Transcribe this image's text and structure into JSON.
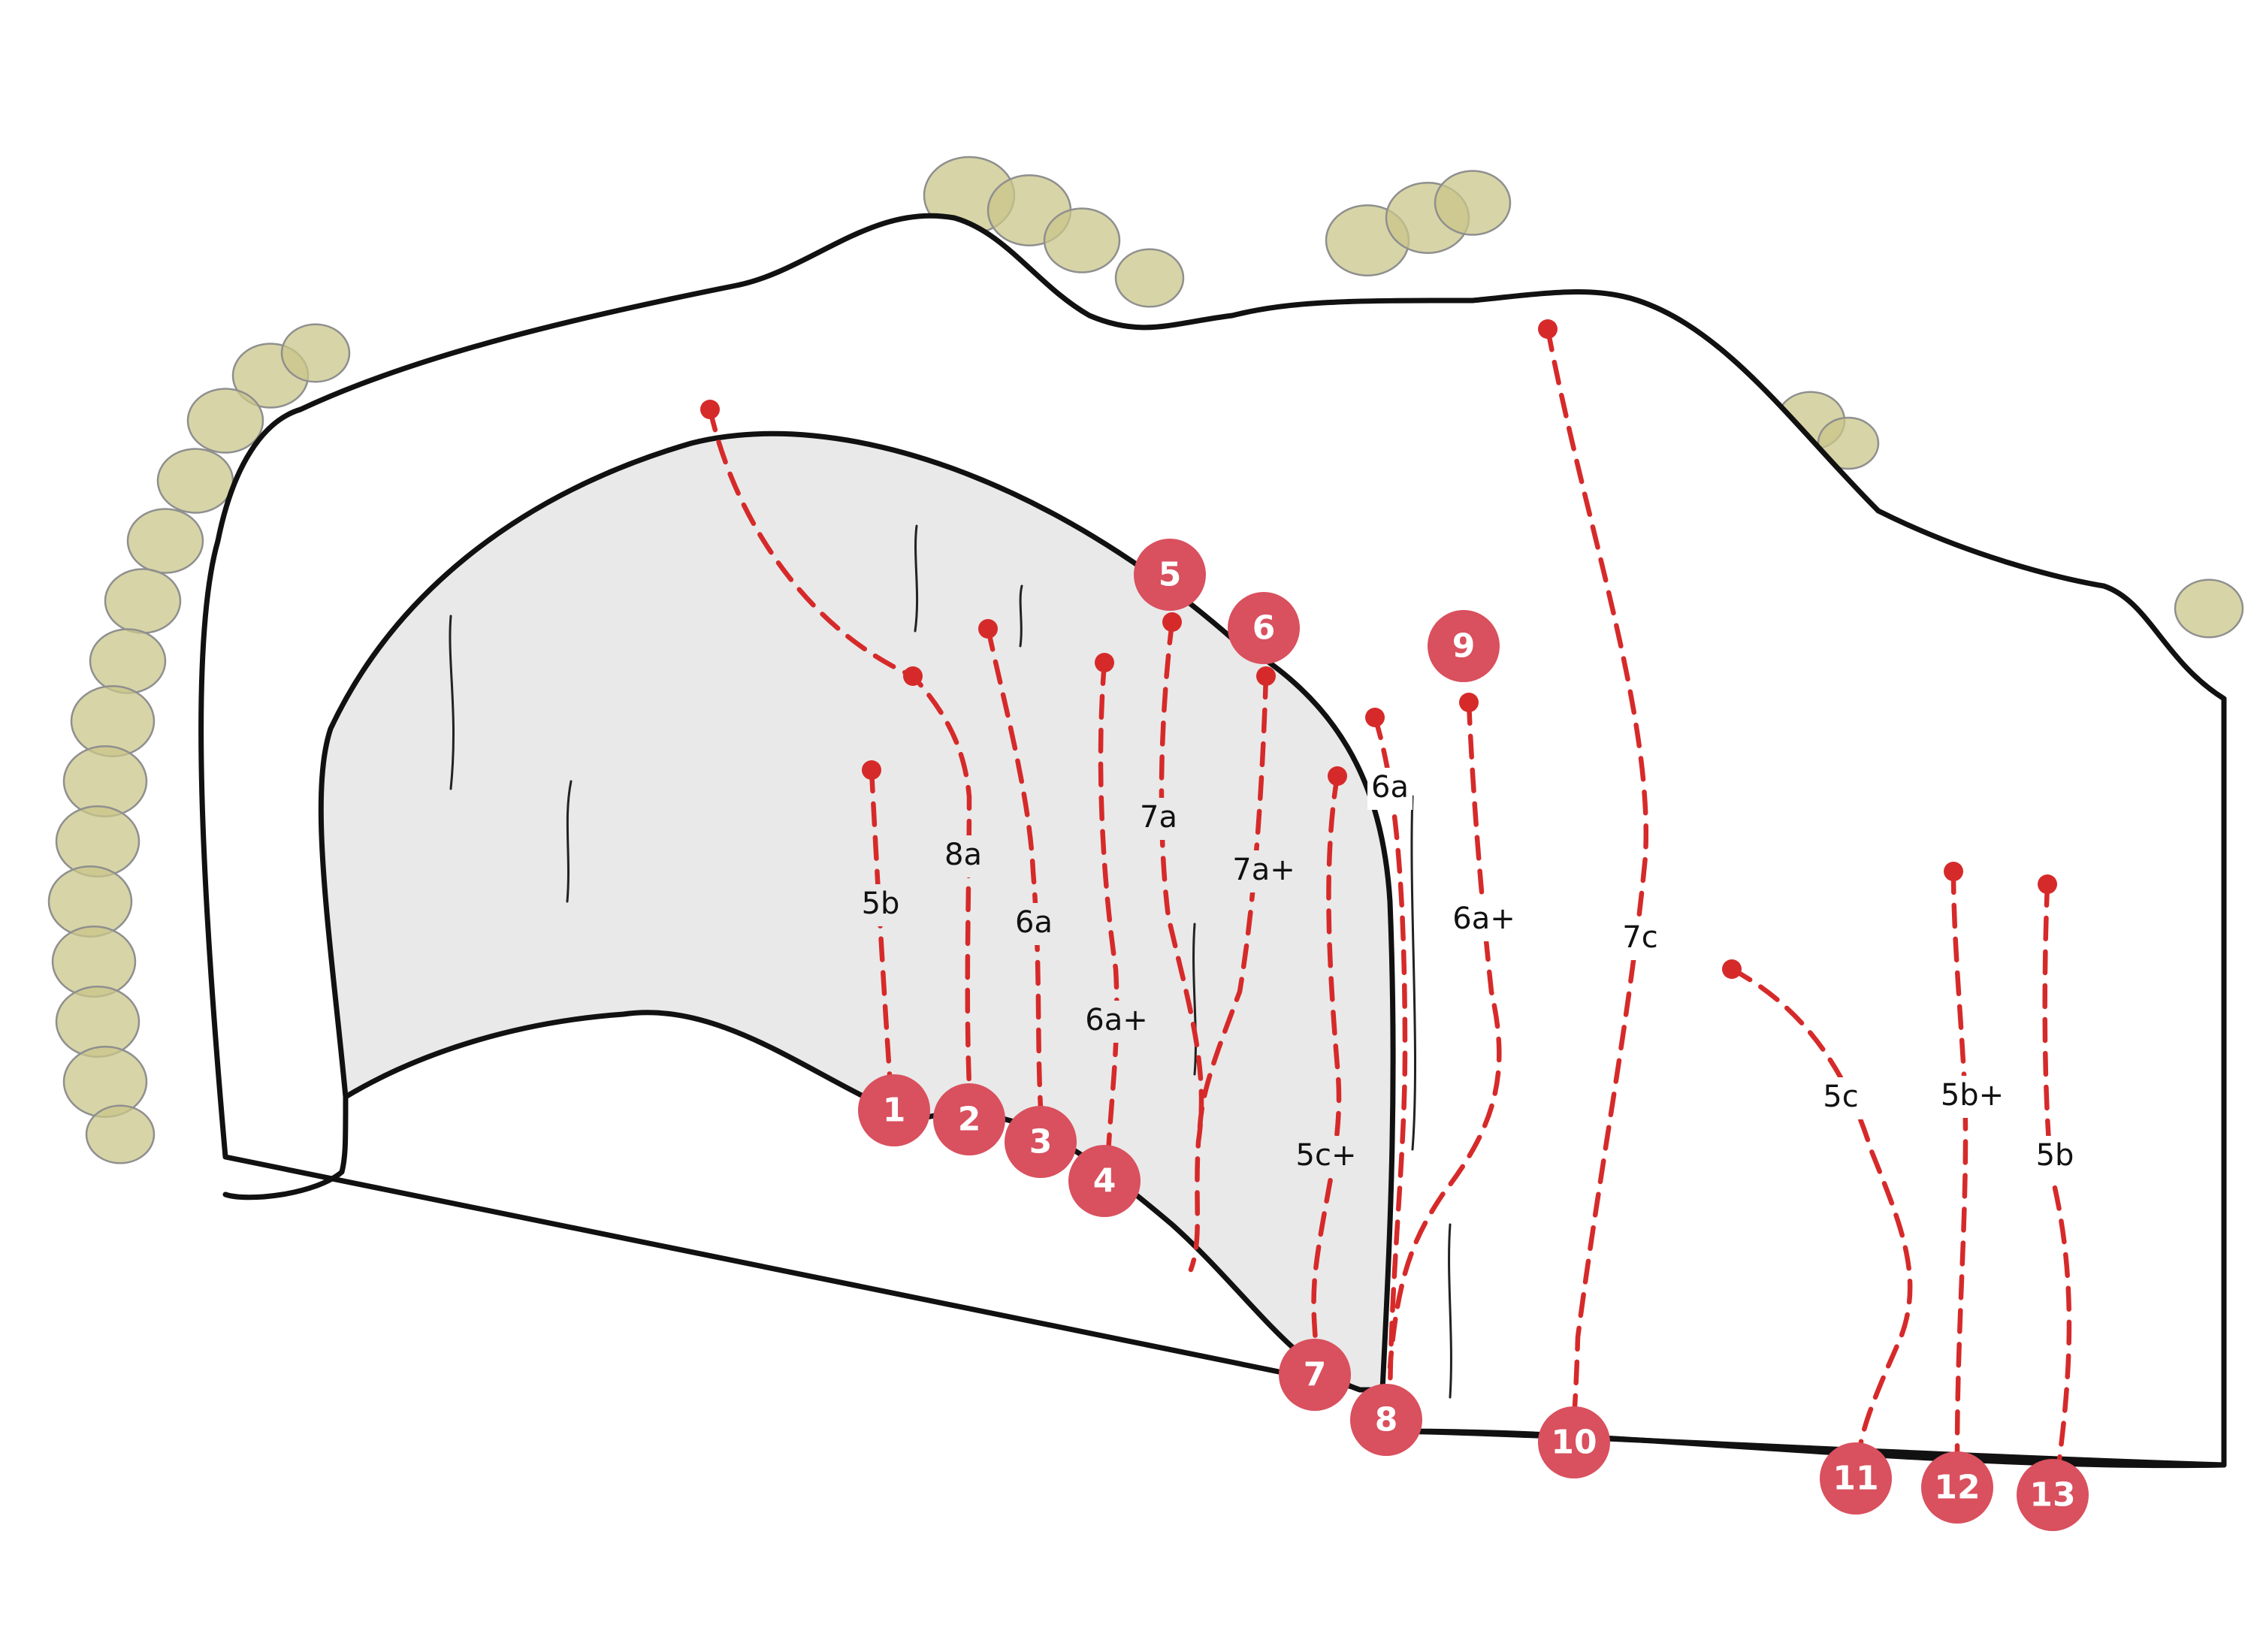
{
  "colors": {
    "route": "#d62a2a",
    "badge": "#d9505e",
    "rock_overhang": "#e9e9e9",
    "bush": "#c9c58a"
  },
  "routes": [
    {
      "number": "1",
      "grade": "5b"
    },
    {
      "number": "2",
      "grade": "8a"
    },
    {
      "number": "3",
      "grade": "6a"
    },
    {
      "number": "4",
      "grade": "6a+"
    },
    {
      "number": "5",
      "grade": "7a"
    },
    {
      "number": "6",
      "grade": "7a+"
    },
    {
      "number": "7",
      "grade": "5c+"
    },
    {
      "number": "8",
      "grade": "6a"
    },
    {
      "number": "9",
      "grade": "6a+"
    },
    {
      "number": "10",
      "grade": "7c"
    },
    {
      "number": "11",
      "grade": "5c"
    },
    {
      "number": "12",
      "grade": "5b+"
    },
    {
      "number": "13",
      "grade": "5b"
    }
  ]
}
